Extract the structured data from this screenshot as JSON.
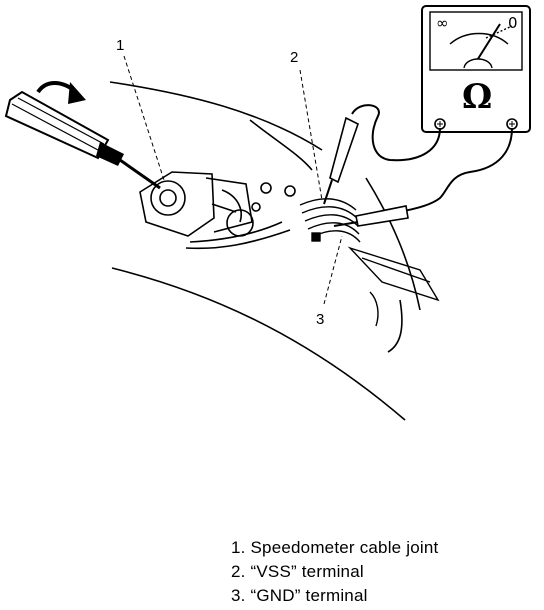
{
  "callouts": [
    "1",
    "2",
    "3"
  ],
  "meter": {
    "symbol": "Ω",
    "scale_left": "∞",
    "scale_right": "0"
  },
  "legend": [
    "1. Speedometer cable joint",
    "2. “VSS” terminal",
    "3. “GND” terminal"
  ],
  "icons": {
    "screwdriver": "screwdriver-icon",
    "rotation_arrow": "rotation-arrow-icon",
    "ohmmeter": "ohmmeter-icon"
  }
}
